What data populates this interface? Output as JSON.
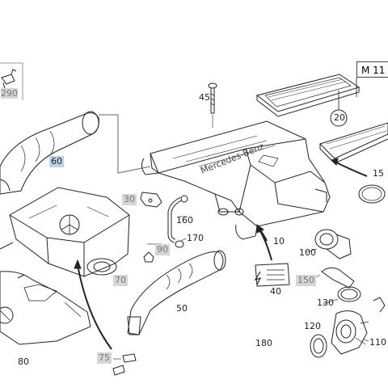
{
  "diagram": {
    "model_box": "M 11",
    "brand_text": "Mercedes-Benz",
    "parts": {
      "p290": "290",
      "p60": "60",
      "p45": "45",
      "p20": "20",
      "p15": "15",
      "p30": "30",
      "p160": "160",
      "p170": "170",
      "p90": "90",
      "p10": "10",
      "p100": "100",
      "p70": "70",
      "p40": "40",
      "p150": "150",
      "p130": "130",
      "p50": "50",
      "p120": "120",
      "p80": "80",
      "p180": "180",
      "p110": "110",
      "p75": "75"
    }
  }
}
